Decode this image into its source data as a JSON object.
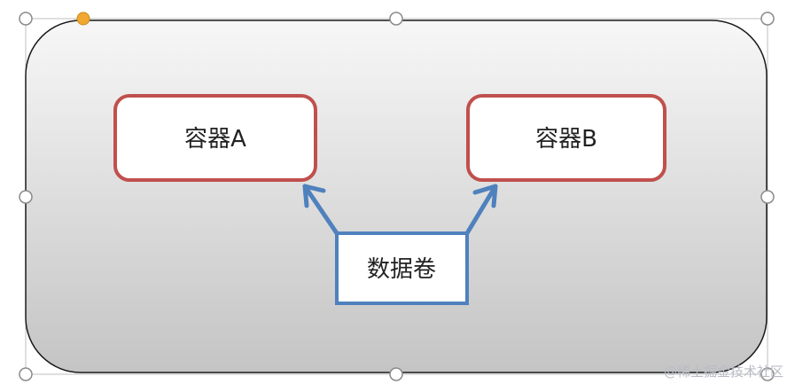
{
  "nodes": {
    "container_a": "容器A",
    "container_b": "容器B",
    "volume": "数据卷"
  },
  "watermark": "@稀土掘金技术社区",
  "colors": {
    "container_border": "#c0504d",
    "volume_border": "#4f81bd",
    "arrow": "#4f81bd",
    "background_top": "#f7f7f7",
    "background_bottom": "#c4c4c4",
    "selection_line": "#bfbfbf",
    "adjust_handle": "#f0a830"
  }
}
